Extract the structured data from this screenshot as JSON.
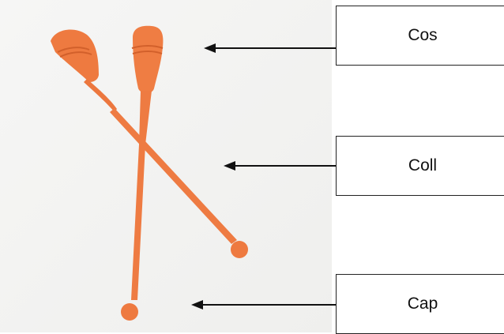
{
  "labels": {
    "cos": "Cos",
    "coll": "Coll",
    "cap": "Cap"
  },
  "colors": {
    "club": "#ee7d45",
    "club_shadow": "#d9672f",
    "background": "#f4f4f2",
    "arrow": "#111111"
  },
  "icons": {
    "image": "two-orange-gymnastics-clubs"
  }
}
